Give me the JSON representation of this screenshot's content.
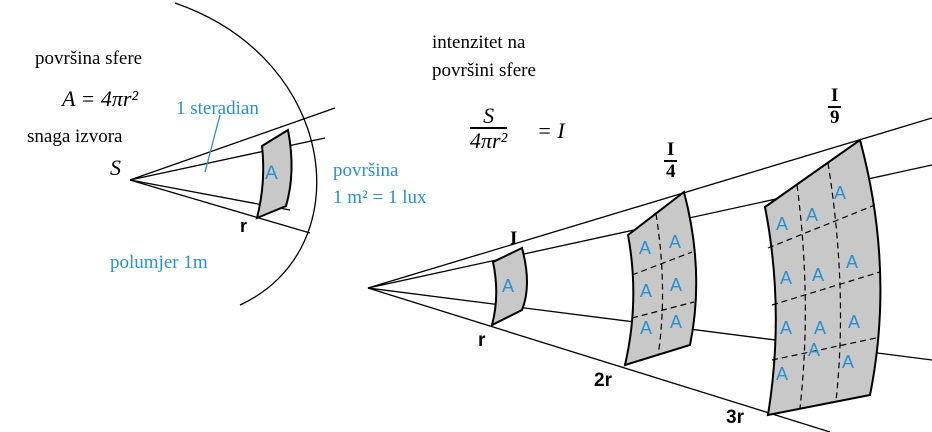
{
  "left": {
    "sphere_surface_label": "površina sfere",
    "area_formula": "A = 4πr²",
    "steradian_label": "1 steradian",
    "source_power_label": "snaga izvora",
    "source_symbol": "S",
    "patch_letter": "A",
    "surface_label_line1": "površina",
    "surface_label_line2": "1 m² = 1 lux",
    "radius_mark": "r",
    "radius_label": "polumjer 1m"
  },
  "right": {
    "intensity_label_line1": "intenzitet na",
    "intensity_label_line2": "površini sfere",
    "formula_numerator": "S",
    "formula_denominator": "4πr²",
    "formula_result": "= I",
    "patch_letter": "A",
    "intensity_1": "I",
    "intensity_2_num": "I",
    "intensity_2_den": "4",
    "intensity_3_num": "I",
    "intensity_3_den": "9",
    "distance_1": "r",
    "distance_2": "2r",
    "distance_3": "3r"
  },
  "colors": {
    "accent_blue": "#2a8fcf",
    "patch_fill": "#c8c8c8",
    "line": "#000000"
  }
}
